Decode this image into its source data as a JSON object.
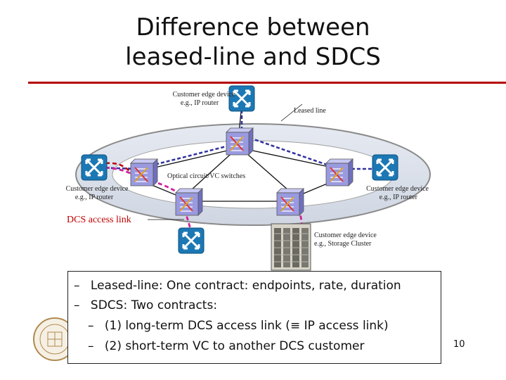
{
  "slide": {
    "title_line1": "Difference between",
    "title_line2": "leased-line and SDCS",
    "page_number": "10"
  },
  "diagram": {
    "labels": {
      "ce_top_1": "Customer edge device",
      "ce_top_2": "e.g., IP router",
      "leased_line": "Leased line",
      "switches": "Optical circuit/VC switches",
      "ce_left_1": "Customer edge device",
      "ce_left_2": "e.g., IP router",
      "ce_right_1": "Customer edge device",
      "ce_right_2": "e.g., IP router",
      "dcs_link": "DCS access link",
      "ce_bottom_1": "Customer edge device",
      "ce_bottom_2": "e.g., Storage Cluster"
    },
    "colors": {
      "router": "#1c78b4",
      "switch": "#9a9ae0",
      "ring": "#8a8a8a",
      "leased_line": "#3030a0",
      "dcs_link": "#d0209a",
      "dcs_label": "#c00000",
      "rule": "#b40000"
    }
  },
  "bullets": [
    {
      "dash": "–",
      "text": "Leased-line: One contract: endpoints, rate, duration"
    },
    {
      "dash": "–",
      "text": "SDCS: Two contracts:"
    },
    {
      "dash": "–",
      "text": "(1) long-term DCS access link (≡ IP access link)"
    },
    {
      "dash": "–",
      "text": "(2) short-term VC to another DCS customer"
    }
  ]
}
